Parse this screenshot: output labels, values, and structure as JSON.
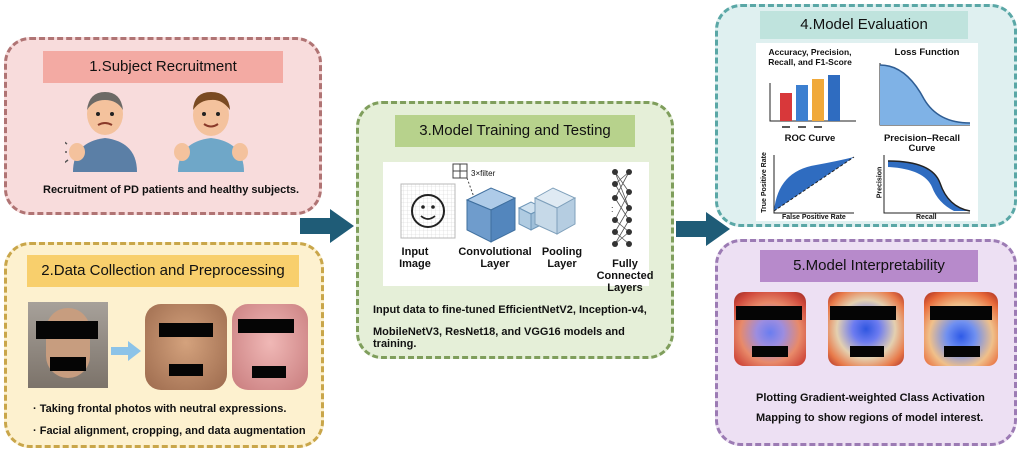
{
  "panels": {
    "recruitment": {
      "title": "1.Subject Recruitment",
      "caption": "Recruitment of PD patients and healthy subjects."
    },
    "collection": {
      "title": "2.Data Collection and Preprocessing",
      "bullets": [
        "·  Taking frontal photos with neutral expressions.",
        "·  Facial alignment, cropping, and data augmentation"
      ]
    },
    "training": {
      "title": "3.Model Training and Testing",
      "filter_label": "3×filter",
      "labels": {
        "input": "Input Image",
        "conv": "Convolutional Layer",
        "pool": "Pooling Layer",
        "fc": "Fully Connected Layers"
      },
      "description": [
        "Input data to fine-tuned EfficientNetV2, Inception-v4,",
        "MobileNetV3, ResNet18, and VGG16 models and training."
      ]
    },
    "evaluation": {
      "title": "4.Model Evaluation",
      "chart_titles": {
        "metrics": "Accuracy, Precision, Recall, and F1-Score",
        "loss": "Loss Function",
        "roc": "ROC Curve",
        "pr": "Precision–Recall Curve"
      },
      "axis_labels": {
        "roc_x": "False Positive Rate",
        "roc_y": "True Positive Rate",
        "pr_x": "Recall",
        "pr_y": "Precision"
      }
    },
    "interpretability": {
      "title": "5.Model Interpretability",
      "caption": [
        "Plotting Gradient-weighted Class Activation",
        "Mapping to show regions of model interest."
      ]
    }
  },
  "colors": {
    "flow_arrow": "#1f5c77",
    "bar_colors": [
      "#d8383a",
      "#3c7fd0",
      "#f0a93a",
      "#2f6cc0"
    ],
    "curve_blue": "#2f6cc0"
  },
  "icons": [
    "patient-illustration",
    "healthy-subject-illustration",
    "smiley-face-icon",
    "arrow-right-icon"
  ]
}
